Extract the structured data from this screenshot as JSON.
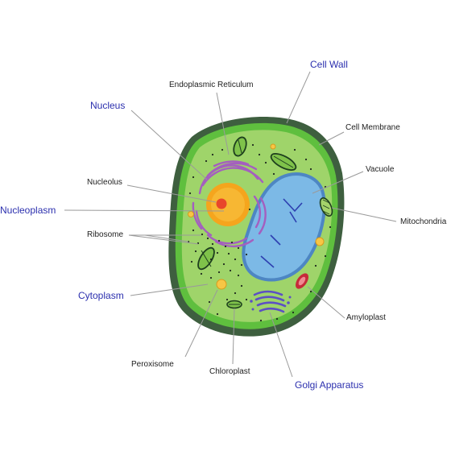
{
  "labels": {
    "cell_wall": "Cell Wall",
    "endoplasmic_reticulum": "Endoplasmic Reticulum",
    "nucleus": "Nucleus",
    "cell_membrane": "Cell Membrane",
    "vacuole": "Vacuole",
    "nucleolus": "Nucleolus",
    "nucleoplasm": "Nucleoplasm",
    "mitochondria": "Mitochondria",
    "ribosome": "Ribosome",
    "cytoplasm": "Cytoplasm",
    "amyloplast": "Amyloplast",
    "peroxisome": "Peroxisome",
    "chloroplast": "Chloroplast",
    "golgi_apparatus": "Golgi Apparatus"
  },
  "colors": {
    "label_blue": "#2b2fae",
    "label_dark": "#1e1e1e",
    "cell_wall": "#3e5f3f",
    "cell_membrane": "#5fbf3e",
    "cytoplasm": "#9fd46a",
    "vacuole": "#7cb9e6",
    "nucleus": "#f5a51d",
    "er": "#a45fbf"
  }
}
